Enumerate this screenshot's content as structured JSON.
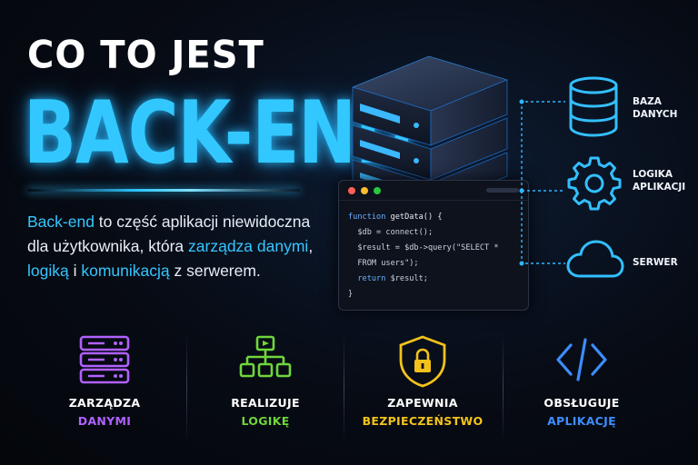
{
  "headline": {
    "top": "CO TO JEST",
    "main": "BACK-END"
  },
  "description": {
    "part1": "Back-end",
    "part2": " to część aplikacji niewidoczna dla użytkownika, która ",
    "part3": "zarządza danymi",
    "part4": ", ",
    "part5": "logiką",
    "part6": " i ",
    "part7": "komunikacją",
    "part8": " z serwerem."
  },
  "code": {
    "line1_kw": "function",
    "line1_fn": " getData() {",
    "line2": "  $db = connect();",
    "line3": "  $result = $db->query(\"SELECT *",
    "line4": "  FROM users\");",
    "line5_kw": "  return",
    "line5_rest": " $result;",
    "line6": "}"
  },
  "diagram": {
    "database": [
      "BAZA",
      "DANYCH"
    ],
    "logic": [
      "LOGIKA",
      "APLIKACJI"
    ],
    "server": "SERWER"
  },
  "features": [
    {
      "title": "ZARZĄDZA",
      "subtitle": "DANYMI",
      "icon": "server-rack-icon",
      "color": "#b061ff"
    },
    {
      "title": "REALIZUJE",
      "subtitle": "LOGIKĘ",
      "icon": "flowchart-icon",
      "color": "#6fd63b"
    },
    {
      "title": "ZAPEWNIA",
      "subtitle": "BEZPIECZEŃSTWO",
      "icon": "shield-lock-icon",
      "color": "#f2c21b"
    },
    {
      "title": "OBSŁUGUJE",
      "subtitle": "APLIKACJĘ",
      "icon": "code-brackets-icon",
      "color": "#3d8dff"
    }
  ],
  "colors": {
    "accent": "#32c8ff",
    "background": "#070b14"
  }
}
